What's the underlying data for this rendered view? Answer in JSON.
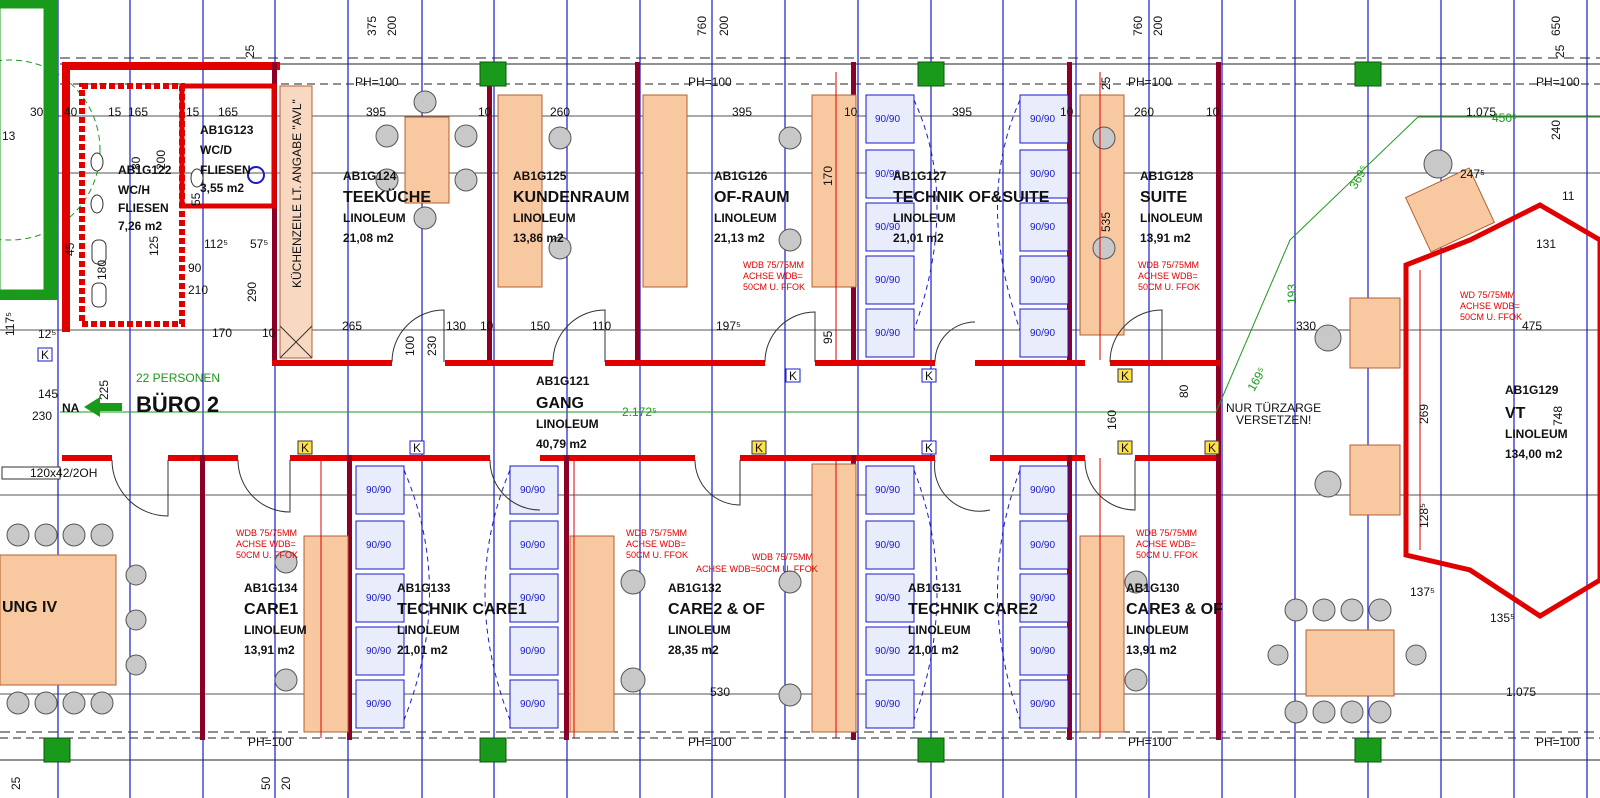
{
  "plan": {
    "section_label": "BÜRO 2",
    "persons": "22 PERSONEN",
    "na_label": "NA",
    "ph_label": "PH=100",
    "k_marker": "K",
    "colors": {
      "wall": "#e00000",
      "wall_inner": "#8b0024",
      "axis": "#1a1acc",
      "furniture": "#f8c8a0",
      "furniture_stroke": "#b06030",
      "rack_fill": "#e8ecfb",
      "green": "#1a9a1a",
      "grid": "#222222"
    },
    "rooms": [
      {
        "id": "AB1G124",
        "name": "TEEKÜCHE",
        "floor": "LINOLEUM",
        "area": "21,08 m2"
      },
      {
        "id": "AB1G125",
        "name": "KUNDENRAUM",
        "floor": "LINOLEUM",
        "area": "13,86 m2"
      },
      {
        "id": "AB1G126",
        "name": "OF-RAUM",
        "floor": "LINOLEUM",
        "area": "21,13 m2"
      },
      {
        "id": "AB1G127",
        "name": "TECHNIK OF&SUITE",
        "floor": "LINOLEUM",
        "area": "21,01 m2"
      },
      {
        "id": "AB1G128",
        "name": "SUITE",
        "floor": "LINOLEUM",
        "area": "13,91 m2"
      },
      {
        "id": "AB1G121",
        "name": "GANG",
        "floor": "LINOLEUM",
        "area": "40,79 m2"
      },
      {
        "id": "AB1G129",
        "name": "VT",
        "floor": "LINOLEUM",
        "area": "134,00 m2"
      },
      {
        "id": "AB1G134",
        "name": "CARE1",
        "floor": "LINOLEUM",
        "area": "13,91 m2"
      },
      {
        "id": "AB1G133",
        "name": "TECHNIK CARE1",
        "floor": "LINOLEUM",
        "area": "21,01 m2"
      },
      {
        "id": "AB1G132",
        "name": "CARE2 & OF",
        "floor": "LINOLEUM",
        "area": "28,35 m2"
      },
      {
        "id": "AB1G131",
        "name": "TECHNIK CARE2",
        "floor": "LINOLEUM",
        "area": "21,01 m2"
      },
      {
        "id": "AB1G130",
        "name": "CARE3 & OF",
        "floor": "LINOLEUM",
        "area": "13,91 m2"
      }
    ],
    "small_rooms": [
      {
        "id": "AB1G122",
        "name": "WC/H",
        "floor": "FLIESEN",
        "area": "7,26 m2"
      },
      {
        "id": "AB1G123",
        "name": "WC/D",
        "floor": "FLIESEN",
        "area": "3,55 m2"
      }
    ],
    "kitchen_note": "KÜCHENZEILE LT. ANGABE \"AVL\"",
    "door_note_1": "NUR TÜRZARGE",
    "door_note_2": "VERSETZEN!",
    "left_partial_room": "UNG IV",
    "window_tag": "120x42/2OH",
    "red_notes": {
      "wdb_a": "WDB 75/75MM",
      "wdb_b": "ACHSE WDB=",
      "wdb_c": "50CM U. FFOK",
      "wdb_inline": "ACHSE WDB=50CM U. FFOK",
      "wd_a": "WD 75/75MM"
    },
    "rack_label": "90/90",
    "green_dims": {
      "corridor": "2.172⁵",
      "diag1": "369⁵",
      "diag2": "193",
      "diag3": "169⁵",
      "top": "450⁵"
    },
    "dims_top": [
      "375",
      "200",
      "760",
      "200",
      "760",
      "200",
      "650",
      "25",
      "25",
      "25"
    ],
    "dims_row1": [
      "30",
      "40",
      "15",
      "165",
      "15",
      "165",
      "395",
      "10",
      "260",
      "395",
      "10",
      "395",
      "10",
      "260",
      "10",
      "1.075",
      "240",
      "247⁵"
    ],
    "dims_misc": [
      "265",
      "130",
      "10",
      "150",
      "110",
      "197⁵",
      "95",
      "170",
      "535",
      "100",
      "230",
      "90",
      "210",
      "290",
      "170",
      "12⁵",
      "225",
      "145",
      "230",
      "80",
      "160",
      "330",
      "475",
      "269",
      "128⁵",
      "137⁵",
      "135⁵",
      "131",
      "748",
      "530",
      "1.075",
      "11",
      "10",
      "25",
      "50",
      "20",
      "13",
      "200",
      "80",
      "125",
      "180",
      "112⁵",
      "57⁵",
      "55",
      "45",
      "117⁵"
    ]
  }
}
